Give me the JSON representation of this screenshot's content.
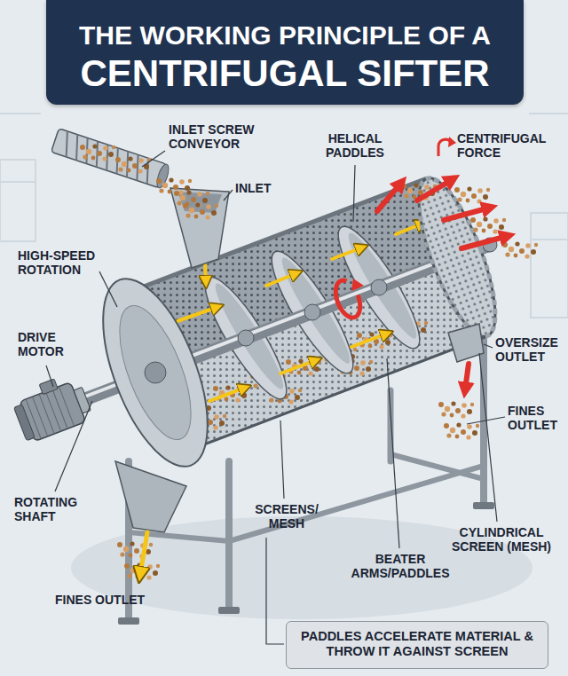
{
  "diagram": {
    "title": "THE WORKING PRINCIPLE OF A CENTRIFUGAL SIFTER",
    "nodes": [
      {
        "text": [
          "PADDLES ACCELERATE MATERIAL & THROW IT AGAINST SCREEN"
        ]
      }
    ],
    "labels": [
      "INLET SCREW CONVEYOR",
      "HELICAL PADDLES",
      "CENTRIFUGAL FORCE",
      "INLET",
      "HIGH-SPEED ROTATION",
      "DRIVE MOTOR",
      "OVERSIZE OUTLET",
      "FINES OUTLET",
      "ROTATING SHAFT",
      "SCREENS/ MESH",
      "CYLINDRICAL SCREEN (MESH)",
      "BEATER ARMS/PADDLES",
      "FINES OUTLET"
    ]
  }
}
